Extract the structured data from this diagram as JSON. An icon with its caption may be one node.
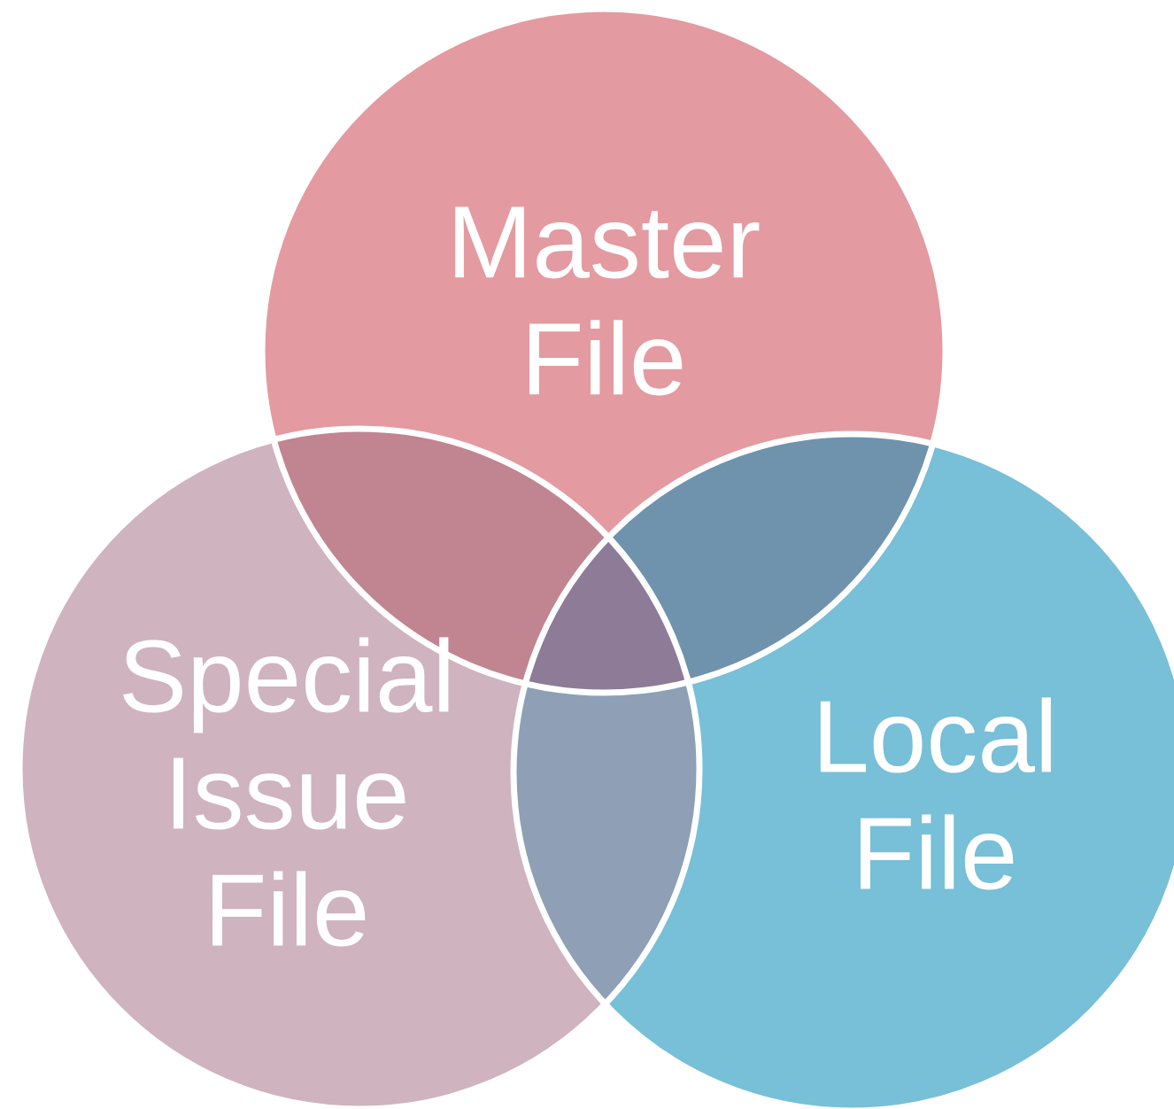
{
  "diagram": {
    "nodes": [
      {
        "text": [
          "Master File"
        ]
      },
      {
        "text": [
          "Special Issue File"
        ]
      },
      {
        "text": [
          "Local File"
        ]
      }
    ]
  }
}
